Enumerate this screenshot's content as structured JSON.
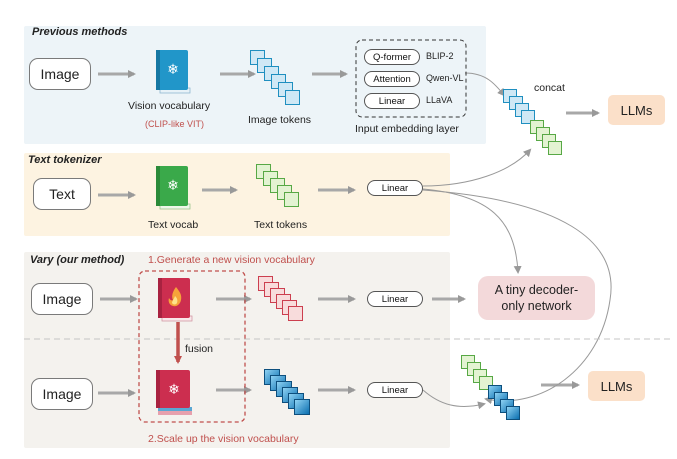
{
  "panels": {
    "previous": {
      "title": "Previous methods"
    },
    "text": {
      "title": "Text tokenizer"
    },
    "vary": {
      "title": "Vary (our method)"
    }
  },
  "previous": {
    "input": "Image",
    "vocab_label": "Vision vocabulary",
    "vocab_sublabel": "(CLIP-like VIT)",
    "tokens_label": "Image tokens",
    "embed_label": "Input embedding layer",
    "embed_rows": [
      {
        "module": "Q-former",
        "model": "BLIP-2"
      },
      {
        "module": "Attention",
        "model": "Qwen-VL"
      },
      {
        "module": "Linear",
        "model": "LLaVA"
      }
    ],
    "concat": "concat",
    "llm": "LLMs"
  },
  "text": {
    "input": "Text",
    "vocab_label": "Text vocab",
    "tokens_label": "Text tokens",
    "linear": "Linear"
  },
  "vary": {
    "step1": "1.Generate a new vision vocabulary",
    "input": "Image",
    "linear": "Linear",
    "decoder_line1": "A tiny decoder-",
    "decoder_line2": "only network",
    "fusion": "fusion",
    "input2": "Image",
    "linear2": "Linear",
    "llm": "LLMs",
    "step2": "2.Scale up the vision vocabulary"
  },
  "colors": {
    "blue_panel": "#edf4f8",
    "yellow_panel": "#fdf3e1",
    "gray_panel": "#f4f2ee",
    "blue_book": "#2196c9",
    "green_book": "#3aa94a",
    "red_book": "#cc2e4f",
    "blue_token": "#cfe8f5",
    "green_token": "#e3f3d2",
    "red_token": "#f8dcdc",
    "llm_fill": "#fbe0c9",
    "decoder_fill": "#f3d9da",
    "dashed_red": "#c0504d"
  }
}
